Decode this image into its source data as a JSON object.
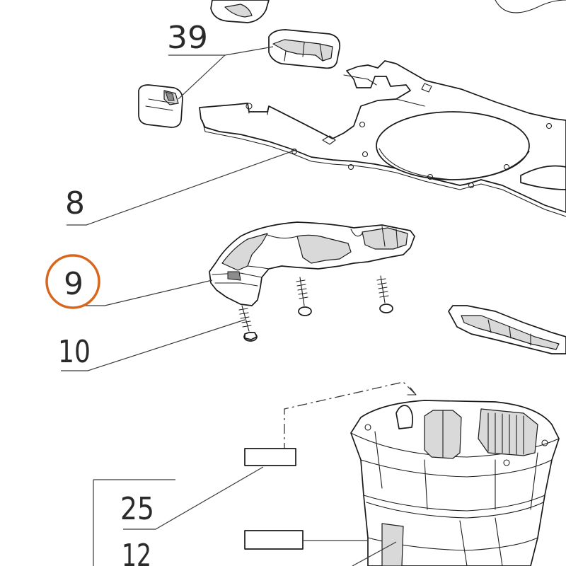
{
  "callouts": {
    "c39": "39",
    "c8": "8",
    "c9": "9",
    "c10": "10",
    "c25": "25",
    "c12": "12"
  },
  "highlight": {
    "target": "9",
    "color": "#d9661f"
  }
}
